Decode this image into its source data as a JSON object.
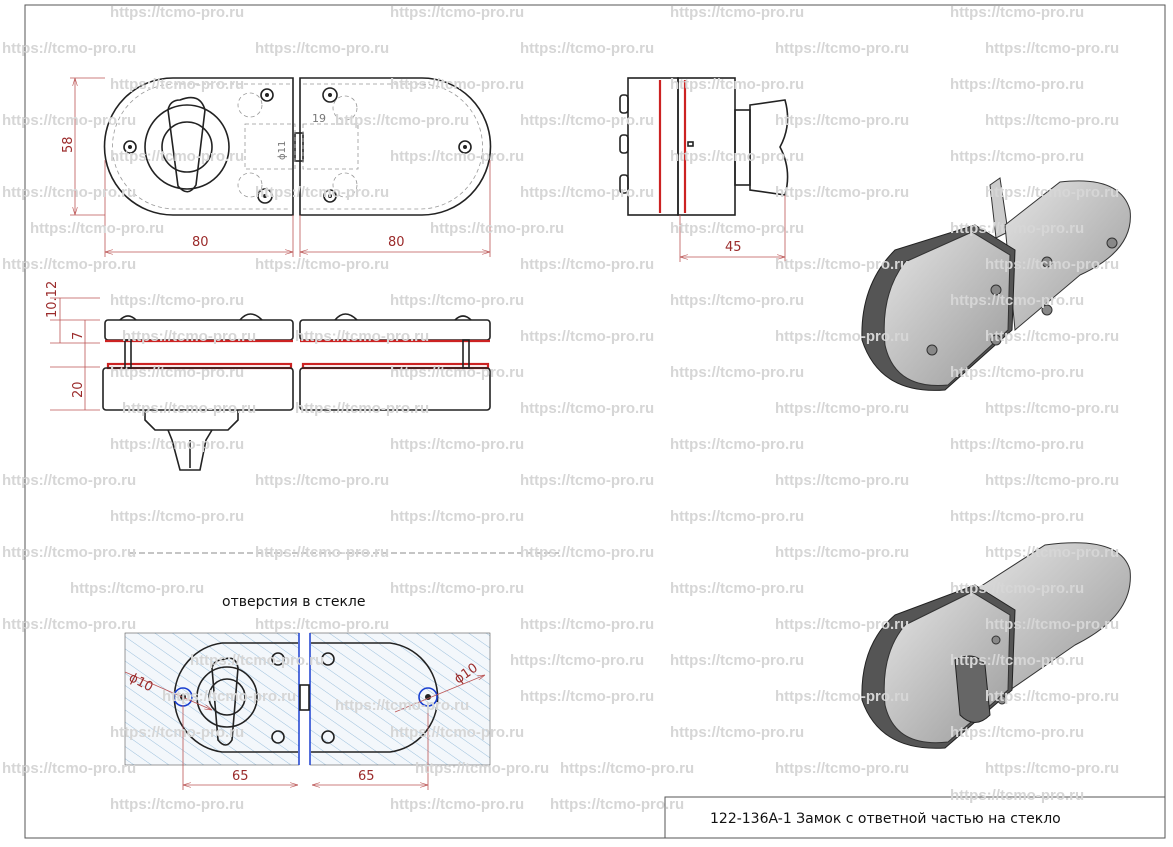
{
  "watermark": "https://tcmo-pro.ru",
  "top_view": {
    "dim_height": "58",
    "dim_left_width": "80",
    "dim_right_width": "80",
    "dim_bolt_dia": "ϕ11",
    "dim_bolt_len": "19"
  },
  "side_view": {
    "dim_depth": "45"
  },
  "front_view": {
    "dim_top": "10.12",
    "dim_glass": "7",
    "dim_body": "20"
  },
  "glass_view": {
    "label": "отверстия в стекле",
    "dim_hole_left": "ϕ10",
    "dim_hole_right": "ϕ10",
    "dim_left_offset": "65",
    "dim_right_offset": "65"
  },
  "title_block": {
    "text": "122-136A-1  Замок с ответной частью на стекло"
  },
  "colors": {
    "glass_line": "#c22222",
    "hole": "#1a3fd0",
    "dimension": "#9b2b2b"
  }
}
